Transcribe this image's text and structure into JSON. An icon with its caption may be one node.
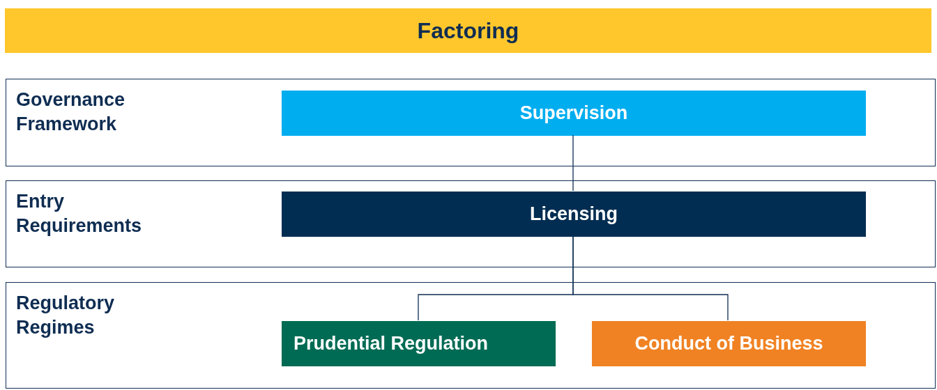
{
  "diagram": {
    "title": "Factoring",
    "nodes": [
      {
        "text": [
          "Governance Framework"
        ]
      },
      {
        "text": [
          "Supervision"
        ],
        "in": 0
      },
      {
        "text": [
          "Entry Requirements"
        ]
      },
      {
        "text": [
          "Licensing"
        ],
        "in": 2
      },
      {
        "text": [
          "Regulatory Regimes"
        ]
      },
      {
        "text": [
          "Prudential Regulation"
        ],
        "in": 4
      },
      {
        "text": [
          "Conduct of Business"
        ],
        "in": 4
      }
    ],
    "edges": [
      {
        "from": 1,
        "to": 3,
        "arrow": "none"
      },
      {
        "from": 3,
        "to": 5,
        "arrow": "none"
      },
      {
        "from": 3,
        "to": 6,
        "arrow": "none"
      }
    ]
  }
}
